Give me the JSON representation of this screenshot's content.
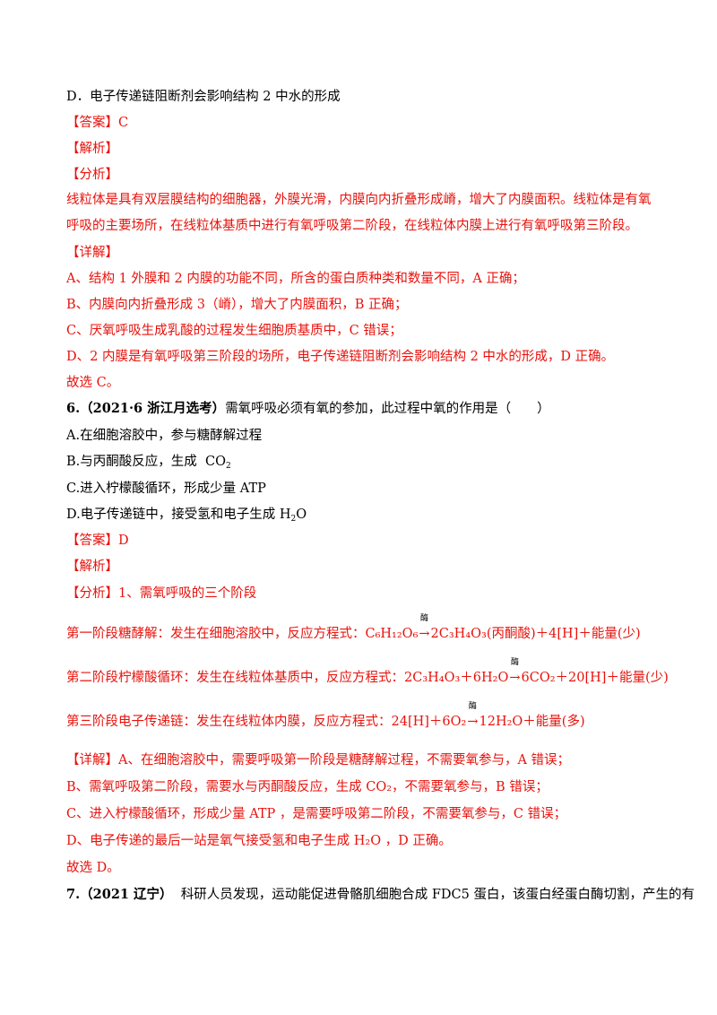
{
  "prev_option_d": "D．电子传递链阻断剂会影响结构 2 中水的形成",
  "q5": {
    "answer": "【答案】C",
    "jiexi": "【解析】",
    "fenxi": "【分析】",
    "analysis": "线粒体是具有双层膜结构的细胞器，外膜光滑，内膜向内折叠形成嵴，增大了内膜面积。线粒体是有氧呼吸的主要场所，在线粒体基质中进行有氧呼吸第二阶段，在线粒体内膜上进行有氧呼吸第三阶段。",
    "xiangjie": "【详解】",
    "details": [
      "A、结构 1 外膜和 2 内膜的功能不同，所含的蛋白质种类和数量不同，A 正确；",
      "B、内膜向内折叠形成 3（嵴），增大了内膜面积，B 正确；",
      "C、厌氧呼吸生成乳酸的过程发生细胞质基质中，C 错误；",
      "D、2 内膜是有氧呼吸第三阶段的场所，电子传递链阻断剂会影响结构 2 中水的形成，D 正确。"
    ],
    "conclusion": "故选 C。"
  },
  "q6": {
    "number": "6.",
    "source": "（2021·6 浙江月选考）",
    "stem": "需氧呼吸必须有氧的参加，此过程中氧的作用是（　　）",
    "options": {
      "a": "A.在细胞溶胶中，参与糖酵解过程",
      "b_text": "B.与丙酮酸反应，生成",
      "b_formula": "CO",
      "b_sub": "2",
      "c": "C.进入柠檬酸循环，形成少量 ATP",
      "d_text": "D.电子传递链中，接受氢和电子生成",
      "d_formula_h": "H",
      "d_sub": "2",
      "d_formula_o": "O"
    },
    "answer": "【答案】D",
    "jiexi": "【解析】",
    "fenxi": "【分析】1、需氧呼吸的三个阶段",
    "enzyme": "酶",
    "stage1": {
      "label": "第一阶段糖酵解：发生在细胞溶胶中，反应方程式：",
      "reactant": "C₆H₁₂O₆",
      "product": "2C₃H₄O₃(丙酮酸)＋4[H]＋能量(少)"
    },
    "stage2": {
      "label": "第二阶段柠檬酸循环：发生在线粒体基质中，反应方程式：",
      "reactant": "2C₃H₄O₃＋6H₂O",
      "product": "6CO₂＋20[H]＋能量(少)"
    },
    "stage3": {
      "label": "第三阶段电子传递链：发生在线粒体内膜，反应方程式：",
      "reactant": "24[H]＋6O₂",
      "product": "12H₂O＋能量(多)"
    },
    "details": [
      "【详解】A、在细胞溶胶中，需要呼吸第一阶段是糖酵解过程，不需要氧参与，A 错误；",
      "B、需氧呼吸第二阶段，需要水与丙酮酸反应，生成 CO₂，不需要氧参与，B 错误；",
      "C、进入柠檬酸循环，形成少量 ATP ，是需要呼吸第二阶段，不需要氧参与，C 错误；",
      "D、电子传递的最后一站是氧气接受氢和电子生成 H₂O ，D 正确。"
    ],
    "conclusion": "故选 D。"
  },
  "q7": {
    "number": "7.",
    "source": "（2021 辽宁）",
    "stem": "科研人员发现，运动能促进骨骼肌细胞合成 FDC5 蛋白，该蛋白经蛋白酶切割，产生的有"
  }
}
